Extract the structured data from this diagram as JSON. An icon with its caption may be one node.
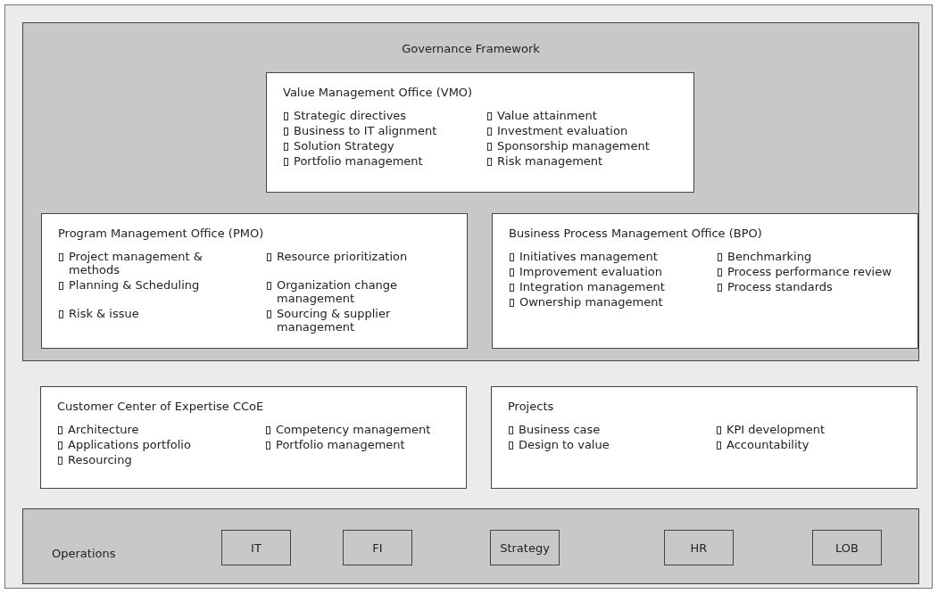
{
  "diagram": {
    "nodes": [
      {
        "text": [
          "Governance Framework"
        ]
      },
      {
        "text": [
          "Value Management Office (VMO)",
          "Strategic directives",
          "Business to IT alignment",
          "Solution Strategy",
          "Portfolio management",
          "Value attainment",
          "Investment evaluation",
          "Sponsorship management",
          "Risk management"
        ],
        "in": 0
      },
      {
        "text": [
          "Program Management Office (PMO)",
          "Project management & methods",
          "Planning & Scheduling",
          "Risk & issue",
          "Resource prioritization",
          "Organization change management",
          "Sourcing & supplier management"
        ],
        "in": 0
      },
      {
        "text": [
          "Business Process Management Office (BPO)",
          "Initiatives management",
          "Improvement evaluation",
          "Integration management",
          "Ownership management",
          "Benchmarking",
          "Process performance review",
          "Process standards"
        ],
        "in": 0
      },
      {
        "text": [
          "Customer Center of Expertise CCoE",
          "Architecture",
          "Applications portfolio",
          "Resourcing",
          "Competency management",
          "Portfolio management"
        ]
      },
      {
        "text": [
          "Projects",
          "Business case",
          "Design to value",
          "KPI development",
          "Accountability"
        ]
      },
      {
        "text": [
          "Operations"
        ]
      },
      {
        "text": [
          "IT"
        ],
        "in": 6
      },
      {
        "text": [
          "FI"
        ],
        "in": 6
      },
      {
        "text": [
          "Strategy"
        ],
        "in": 6
      },
      {
        "text": [
          "HR"
        ],
        "in": 6
      },
      {
        "text": [
          "LOB"
        ],
        "in": 6
      }
    ],
    "edges": []
  }
}
